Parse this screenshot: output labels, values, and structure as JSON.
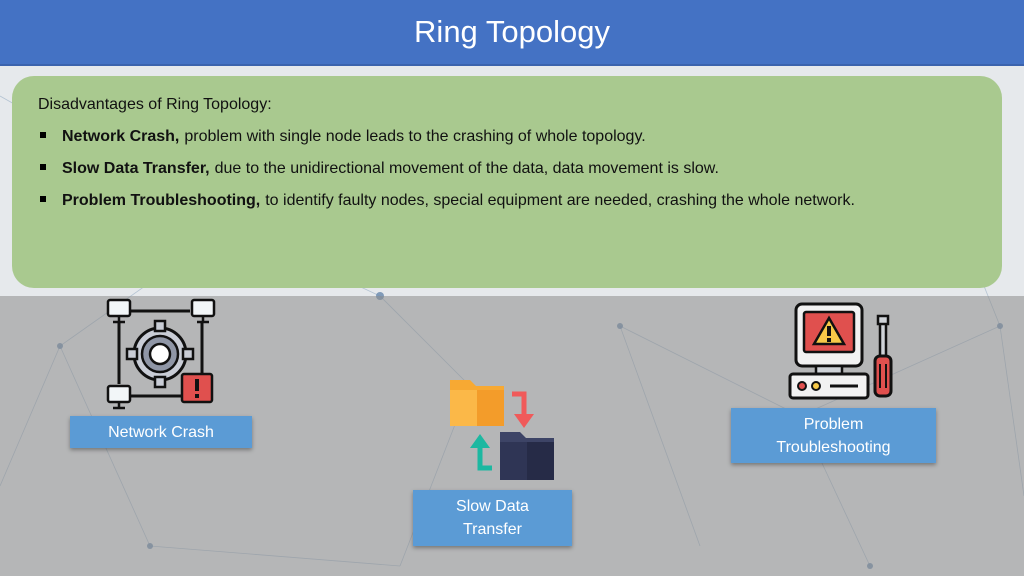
{
  "slide": {
    "title": "Ring Topology",
    "panel": {
      "heading": "Disadvantages of Ring Topology:",
      "bullets": [
        {
          "term": "Network Crash,",
          "text": "problem with single node leads to the crashing of whole topology."
        },
        {
          "term": "Slow Data Transfer,",
          "text": "due to the unidirectional movement of the data, data movement is slow."
        },
        {
          "term": "Problem Troubleshooting,",
          "text": "to identify faulty nodes, special equipment are needed, crashing the whole network."
        }
      ]
    },
    "cards": [
      {
        "label": "Network Crash",
        "icon": "network-gear-warning-icon"
      },
      {
        "label": "Slow Data Transfer",
        "icon": "folder-transfer-icon"
      },
      {
        "label": "Problem Troubleshooting",
        "icon": "computer-warning-screwdriver-icon"
      }
    ]
  },
  "colors": {
    "title_bar": "#4472c4",
    "panel": "#a9c98f",
    "label_box": "#5b9bd5",
    "warning_red": "#e0504e",
    "folder_orange": "#f7a933",
    "folder_navy": "#3d4466",
    "arrow_teal": "#1cb8a1",
    "arrow_red": "#f05a5a"
  }
}
